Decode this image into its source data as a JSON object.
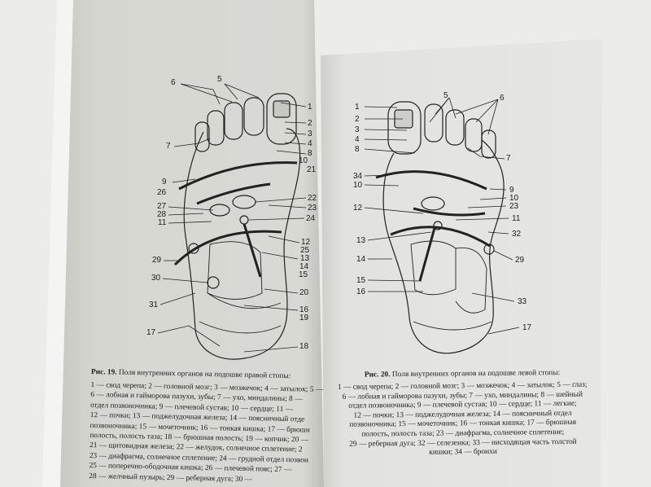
{
  "left_page": {
    "figure_labels": [
      "6",
      "5",
      "1",
      "2",
      "3",
      "4",
      "8",
      "10",
      "21",
      "7",
      "9",
      "26",
      "22",
      "23",
      "24",
      "27",
      "28",
      "11",
      "12",
      "25",
      "13",
      "14",
      "15",
      "29",
      "30",
      "20",
      "31",
      "16",
      "19",
      "17",
      "18"
    ],
    "fig_number": "Рис. 19.",
    "caption_title": "Поля внутренних органов на подошве правой стопы:",
    "caption_lines": [
      "1 — свод черепа; 2 — головной мозг; 3 — мозжечок; 4 — затылок; 5 —",
      "6 — лобная и гайморова пазухи, зубы; 7 — ухо, миндалины; 8 —",
      "отдел позвоночника; 9 — плечевой сустав; 10 — сердце; 11 —",
      "12 — почки; 13 — поджелудочная железа; 14 — поясничный отде",
      "позвоночника; 15 — мочеточник; 16 — тонкая кишка; 17 — брюшн",
      "полость, полость таза; 18 — брюшная полость; 19 — копчик; 20 —",
      "21 — щитовидная железа; 22 — желудок, солнечное сплетение; 2",
      "23 — диафрагма, солнечное сплетение; 24 — грудной отдел позвон",
      "25 — поперечно-ободочная кишка; 26 — плечевой пояс; 27 —",
      "28 — желчный пузырь; 29 — реберная дуга; 30 —"
    ]
  },
  "right_page": {
    "figure_labels": [
      "1",
      "5",
      "6",
      "2",
      "3",
      "4",
      "8",
      "7",
      "34",
      "10",
      "9",
      "10",
      "23",
      "12",
      "11",
      "32",
      "13",
      "29",
      "14",
      "15",
      "16",
      "33",
      "17"
    ],
    "fig_number": "Рис. 20.",
    "caption_title": "Поля внутренних органов на подошве левой стопы:",
    "caption_lines": [
      "1 — свод черепа; 2 — головной мозг; 3 — мозжечок; 4 — затылок; 5 — глаз;",
      "6 — лобная и гайморова пазухи, зубы; 7 — ухо, миндалины; 8 — шейный",
      "отдел позвоночника; 9 — плечевой сустав; 10 — сердце; 11 — легкие;",
      "12 — почки; 13 — поджелудочная железа; 14 — поясничный отдел",
      "позвоночника; 15 — мочеточник; 16 — тонкая кишка; 17 — брюшная",
      "полость, полость таза; 23 — диафрагма, солнечное сплетение;",
      "29 — реберная дуга; 32 — селезенка; 33 — нисходящая часть толстой",
      "кишки; 34 — бронхи"
    ]
  },
  "colors": {
    "background": "#ecece9",
    "left_page": "#d6d6d1",
    "right_page": "#e4e4e0",
    "ink": "#1c1c1c"
  }
}
